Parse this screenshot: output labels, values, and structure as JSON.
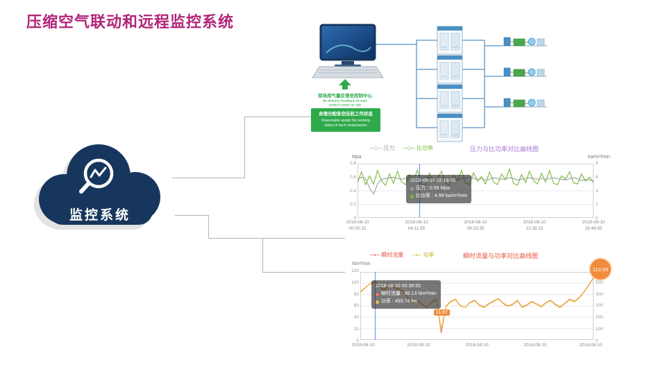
{
  "page": {
    "title": "压缩空气联动和远程监控系统"
  },
  "cloud": {
    "label": "监控系统"
  },
  "diagram": {
    "feedback_cn": "现场用气量反馈至控制中心",
    "feedback_en1": "Air delivery feedback of main",
    "feedback_en2": "control center on site",
    "assign_cn": "合理分配各空压机工作状态",
    "assign_en1": "Reasonable assign the working",
    "assign_en2": "states of each compressors"
  },
  "chart_data": [
    {
      "type": "line",
      "title": "压力与比功率对比曲线图",
      "title_color": "#a678d8",
      "unit_left": "Mpa",
      "unit_right": "kw/m³/min",
      "y_left_range": [
        0,
        0.8
      ],
      "y_right_range": [
        0,
        8
      ],
      "y_left_ticks": [
        "0.8",
        "0.6",
        "0.4",
        "0.2",
        "0"
      ],
      "y_right_ticks": [
        "8",
        "6",
        "4",
        "2",
        "0"
      ],
      "x_ticks": [
        {
          "d": "2018-08-10",
          "t": "00:00:15"
        },
        {
          "d": "2018-08-10",
          "t": "04:11:55"
        },
        {
          "d": "2018-08-10",
          "t": "08:23:35"
        },
        {
          "d": "2018-08-10",
          "t": "12:35:15"
        },
        {
          "d": "2018-08-10",
          "t": "16:46:55"
        }
      ],
      "legend": [
        {
          "name": "压力",
          "marker": "─◇─",
          "color": "#9aa0a6"
        },
        {
          "name": "比功率",
          "marker": "─◇─",
          "color": "#7cb93e"
        }
      ],
      "series": [
        {
          "name": "压力",
          "axis": "left",
          "color": "#9aa0a6",
          "values": [
            0.57,
            0.6,
            0.58,
            0.44,
            0.35,
            0.5,
            0.57,
            0.58,
            0.59,
            0.6,
            0.58,
            0.57,
            0.58,
            0.59,
            0.57,
            0.56,
            0.58,
            0.6,
            0.59,
            0.58,
            0.57,
            0.58,
            0.59,
            0.58,
            0.57,
            0.56,
            0.58,
            0.59,
            0.6,
            0.58,
            0.57,
            0.58,
            0.56,
            0.57,
            0.59,
            0.58,
            0.57,
            0.58,
            0.59,
            0.58,
            0.56,
            0.57,
            0.58,
            0.59,
            0.58,
            0.57,
            0.58,
            0.57,
            0.58,
            0.59,
            0.58,
            0.57,
            0.56,
            0.58,
            0.59,
            0.58,
            0.55,
            0.57,
            0.56,
            0.55
          ]
        },
        {
          "name": "比功率",
          "axis": "right",
          "color": "#7cb93e",
          "values": [
            5.2,
            6.8,
            4.9,
            6.2,
            5.0,
            7.0,
            5.5,
            4.8,
            6.5,
            5.1,
            6.9,
            5.3,
            4.9,
            6.4,
            5.6,
            7.1,
            5.0,
            4.9,
            6.6,
            5.2,
            5.8,
            6.9,
            5.1,
            4.8,
            6.3,
            5.5,
            7.0,
            5.2,
            4.9,
            6.7,
            5.4,
            6.1,
            5.0,
            6.8,
            5.3,
            4.9,
            6.5,
            5.6,
            7.2,
            5.1,
            4.8,
            6.4,
            5.2,
            6.9,
            5.5,
            5.0,
            6.6,
            5.3,
            7.0,
            5.1,
            4.9,
            6.2,
            5.7,
            6.8,
            5.2,
            5.0,
            6.5,
            5.4,
            6.0,
            5.2
          ]
        }
      ],
      "tooltip": {
        "title": "2018-08-10 02:19:55",
        "row1": "压力 : 0.58 Mpa",
        "row2": "比功率 : 4.99 kw/m³/min"
      }
    },
    {
      "type": "line",
      "title": "瞬时流量与功率对比曲线图",
      "title_color": "#e8553e",
      "unit_left": "Nm³/min",
      "unit_right": "",
      "y_left_range": [
        0,
        120
      ],
      "y_right_range": [
        0,
        600
      ],
      "y_left_ticks": [
        "120",
        "100",
        "80",
        "60",
        "40",
        "20",
        "0"
      ],
      "y_right_ticks": [
        "600",
        "500",
        "400",
        "300",
        "200",
        "100",
        "0"
      ],
      "x_ticks": [
        {
          "d": "2018-08-10",
          "t": ""
        },
        {
          "d": "2018-08-10",
          "t": ""
        },
        {
          "d": "2018-08-10",
          "t": ""
        },
        {
          "d": "2018-08-10",
          "t": ""
        },
        {
          "d": "2018-08-10",
          "t": ""
        }
      ],
      "legend": [
        {
          "name": "瞬时流量",
          "marker": "─▪─",
          "color": "#e8553e"
        },
        {
          "name": "功率",
          "marker": "─▪─",
          "color": "#c9b43a"
        }
      ],
      "series": [
        {
          "name": "瞬时流量",
          "axis": "left",
          "color": "#ee7a45",
          "values": [
            85,
            92,
            99,
            104,
            96,
            88,
            100,
            95,
            90,
            86,
            74,
            66,
            70,
            63,
            58,
            67,
            72,
            12,
            60,
            68,
            72,
            61,
            57,
            66,
            70,
            62,
            58,
            64,
            69,
            73,
            65,
            60,
            63,
            70,
            58,
            62,
            68,
            64,
            59,
            66,
            70,
            63,
            58,
            65,
            72,
            68,
            75,
            85,
            97,
            110
          ]
        },
        {
          "name": "功率",
          "axis": "right",
          "color": "#e7c043",
          "values": [
            420,
            455,
            494,
            500,
            470,
            430,
            485,
            460,
            445,
            425,
            365,
            325,
            345,
            310,
            290,
            330,
            355,
            95,
            295,
            335,
            355,
            300,
            285,
            325,
            345,
            305,
            285,
            315,
            340,
            360,
            320,
            295,
            310,
            345,
            285,
            305,
            335,
            315,
            290,
            325,
            345,
            310,
            285,
            320,
            355,
            335,
            370,
            420,
            480,
            545
          ]
        }
      ],
      "tooltip": {
        "title": "2018-08-10 00:38:55",
        "row1": "瞬时流量 : 99.13 Nm³/min",
        "row2": "功率 : 493.74 kw"
      },
      "badge": "110.55",
      "marker_label": "11.87"
    }
  ]
}
